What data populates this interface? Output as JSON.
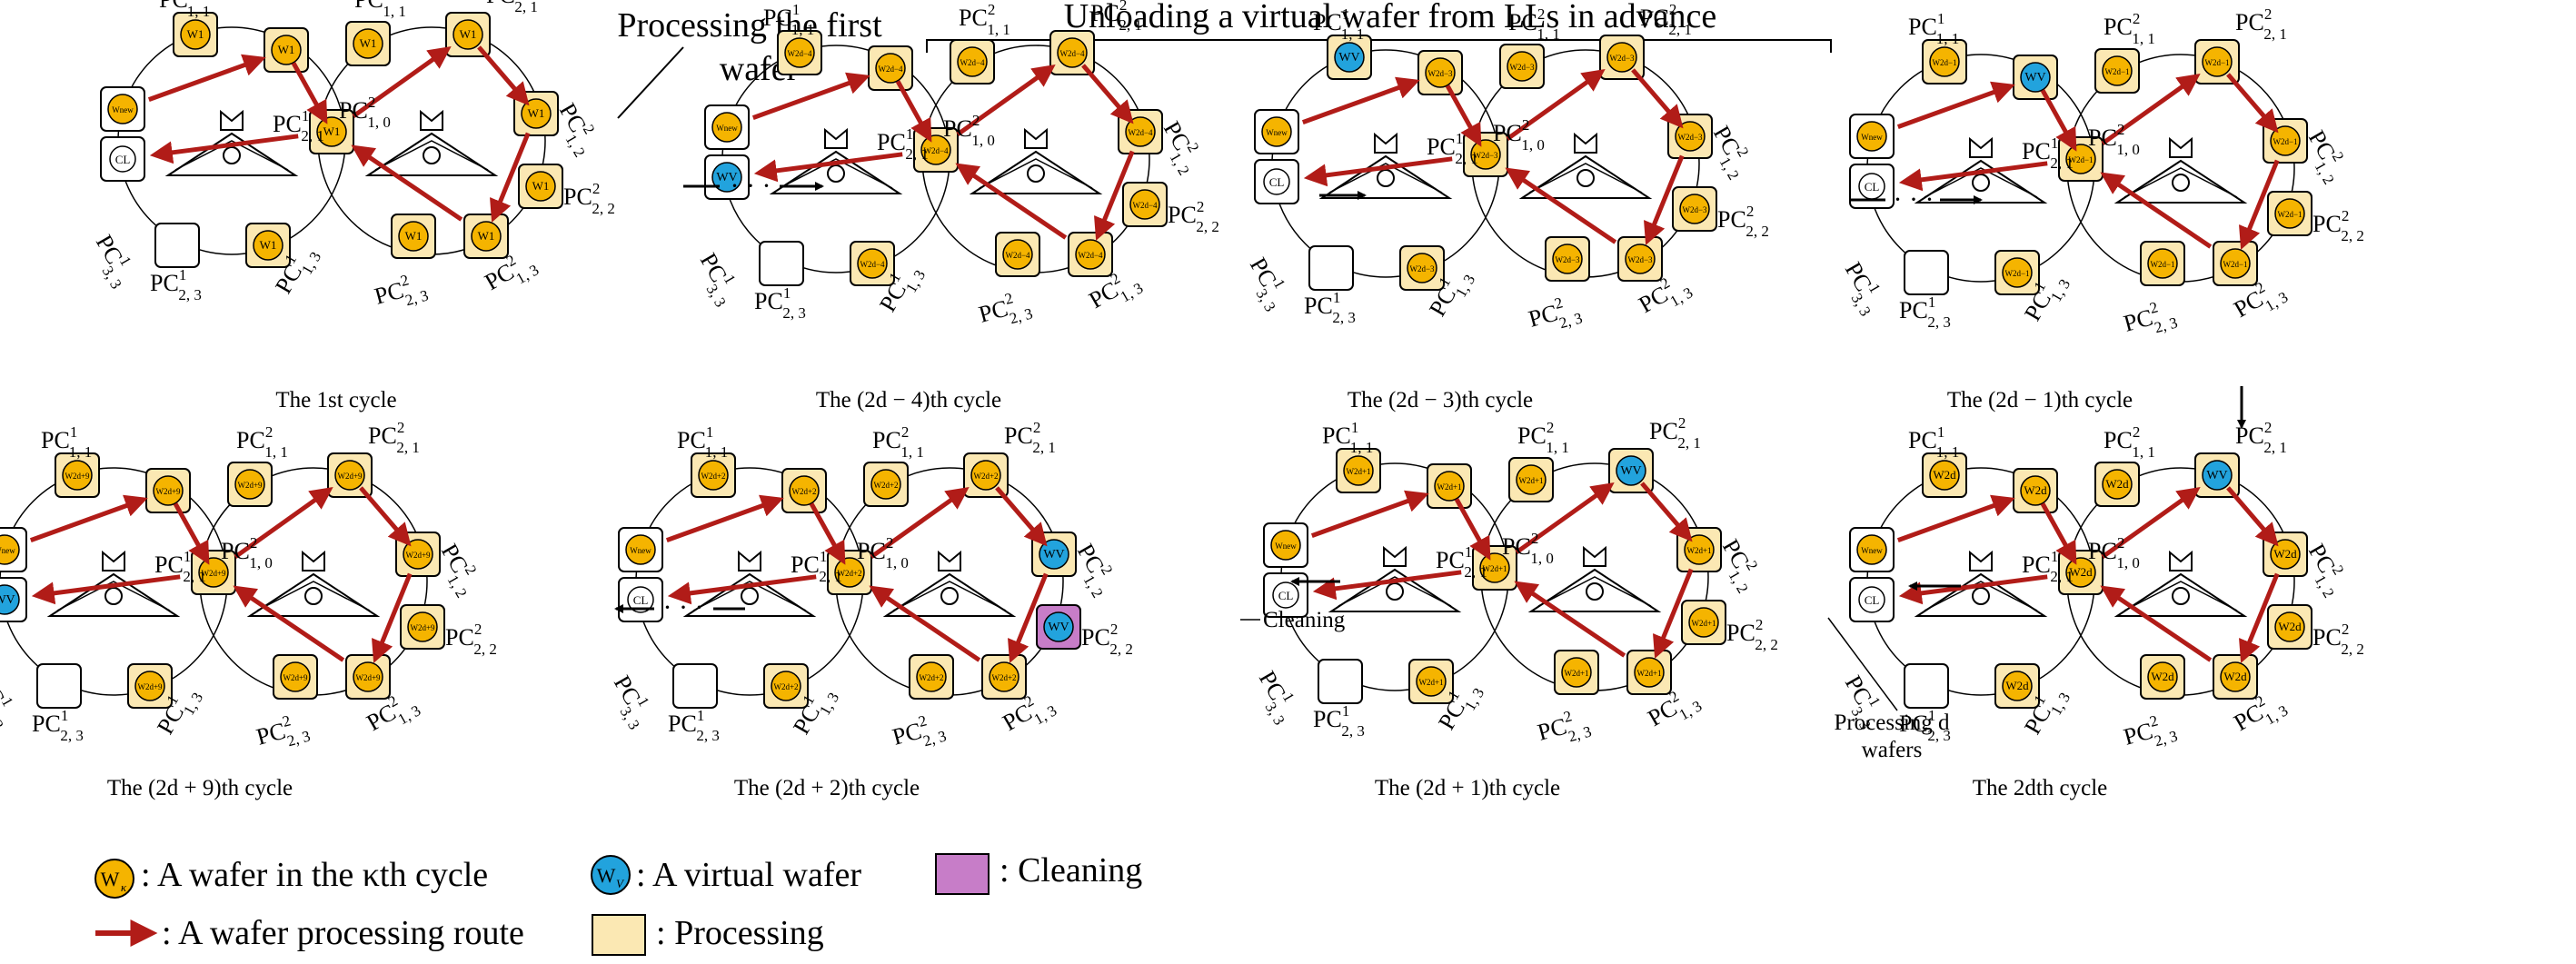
{
  "colors": {
    "wafer": "#f5b400",
    "virtual_wafer": "#22a3dd",
    "processing_fill": "#fbe8b3",
    "cleaning_fill": "#c77dc8",
    "route": "#b11c18",
    "line": "#000000"
  },
  "header": {
    "processing_first": "Processing the first",
    "processing_first_2": "wafer",
    "unloading": "Unloading a virtual wafer from LLs in advance"
  },
  "cycles": [
    {
      "caption": "The 1st cycle",
      "wafer_label": "W1",
      "virtual": "none"
    },
    {
      "caption": "The (2d − 4)th cycle",
      "wafer_label": "W2d−4",
      "virtual": "ll"
    },
    {
      "caption": "The (2d − 3)th cycle",
      "wafer_label": "W2d−3",
      "virtual": "pc11"
    },
    {
      "caption": "The (2d − 1)th cycle",
      "wafer_label": "W2d−1",
      "virtual": "pc12"
    },
    {
      "caption": "The 2dth cycle",
      "wafer_label": "W2d",
      "virtual": "pc21"
    },
    {
      "caption": "The (2d + 1)th cycle",
      "wafer_label": "W2d+1",
      "virtual": "pc21"
    },
    {
      "caption": "The (2d + 2)th cycle",
      "wafer_label": "W2d+2",
      "virtual": "pc22"
    },
    {
      "caption": "The (2d + 9)th cycle",
      "wafer_label": "W2d+9",
      "virtual": "ll"
    }
  ],
  "annotations": {
    "cleaning": "Cleaning",
    "processing_d_line1": "Processing d",
    "processing_d_line2": "wafers",
    "ellipsis": "· · ·"
  },
  "labels": {
    "pc": "PC",
    "cl": "CL",
    "virtual_symbol": "WV",
    "wafer_base": "W",
    "first_wafer_symbol": "Wnew"
  },
  "legend": {
    "wafer": "A wafer in the κth cycle",
    "wafer_symbol": "Wκ",
    "virtual": "A virtual wafer",
    "cleaning": "Cleaning",
    "route": "A wafer processing route",
    "processing": "Processing"
  }
}
